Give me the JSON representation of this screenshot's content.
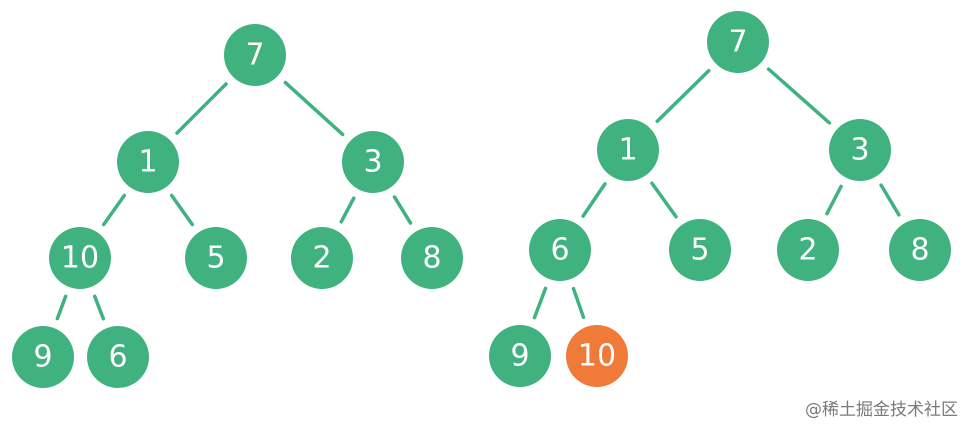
{
  "colors": {
    "node": "#3fb27f",
    "highlight": "#f07a38",
    "edge": "#3fb27f",
    "text": "#ffffff"
  },
  "trees": [
    {
      "nodes": [
        {
          "id": "a",
          "label": "7"
        },
        {
          "id": "b",
          "label": "1"
        },
        {
          "id": "c",
          "label": "3"
        },
        {
          "id": "d",
          "label": "10"
        },
        {
          "id": "e",
          "label": "5"
        },
        {
          "id": "f",
          "label": "2"
        },
        {
          "id": "g",
          "label": "8"
        },
        {
          "id": "h",
          "label": "9"
        },
        {
          "id": "i",
          "label": "6"
        }
      ],
      "edges": [
        [
          "a",
          "b"
        ],
        [
          "a",
          "c"
        ],
        [
          "b",
          "d"
        ],
        [
          "b",
          "e"
        ],
        [
          "c",
          "f"
        ],
        [
          "c",
          "g"
        ],
        [
          "d",
          "h"
        ],
        [
          "d",
          "i"
        ]
      ]
    },
    {
      "nodes": [
        {
          "id": "a",
          "label": "7"
        },
        {
          "id": "b",
          "label": "1"
        },
        {
          "id": "c",
          "label": "3"
        },
        {
          "id": "d",
          "label": "6"
        },
        {
          "id": "e",
          "label": "5"
        },
        {
          "id": "f",
          "label": "2"
        },
        {
          "id": "g",
          "label": "8"
        },
        {
          "id": "h",
          "label": "9"
        },
        {
          "id": "i",
          "label": "10",
          "highlight": true
        }
      ],
      "edges": [
        [
          "a",
          "b"
        ],
        [
          "a",
          "c"
        ],
        [
          "b",
          "d"
        ],
        [
          "b",
          "e"
        ],
        [
          "c",
          "f"
        ],
        [
          "c",
          "g"
        ],
        [
          "d",
          "h"
        ],
        [
          "d",
          "i"
        ]
      ]
    }
  ],
  "watermark": "@稀土掘金技术社区"
}
